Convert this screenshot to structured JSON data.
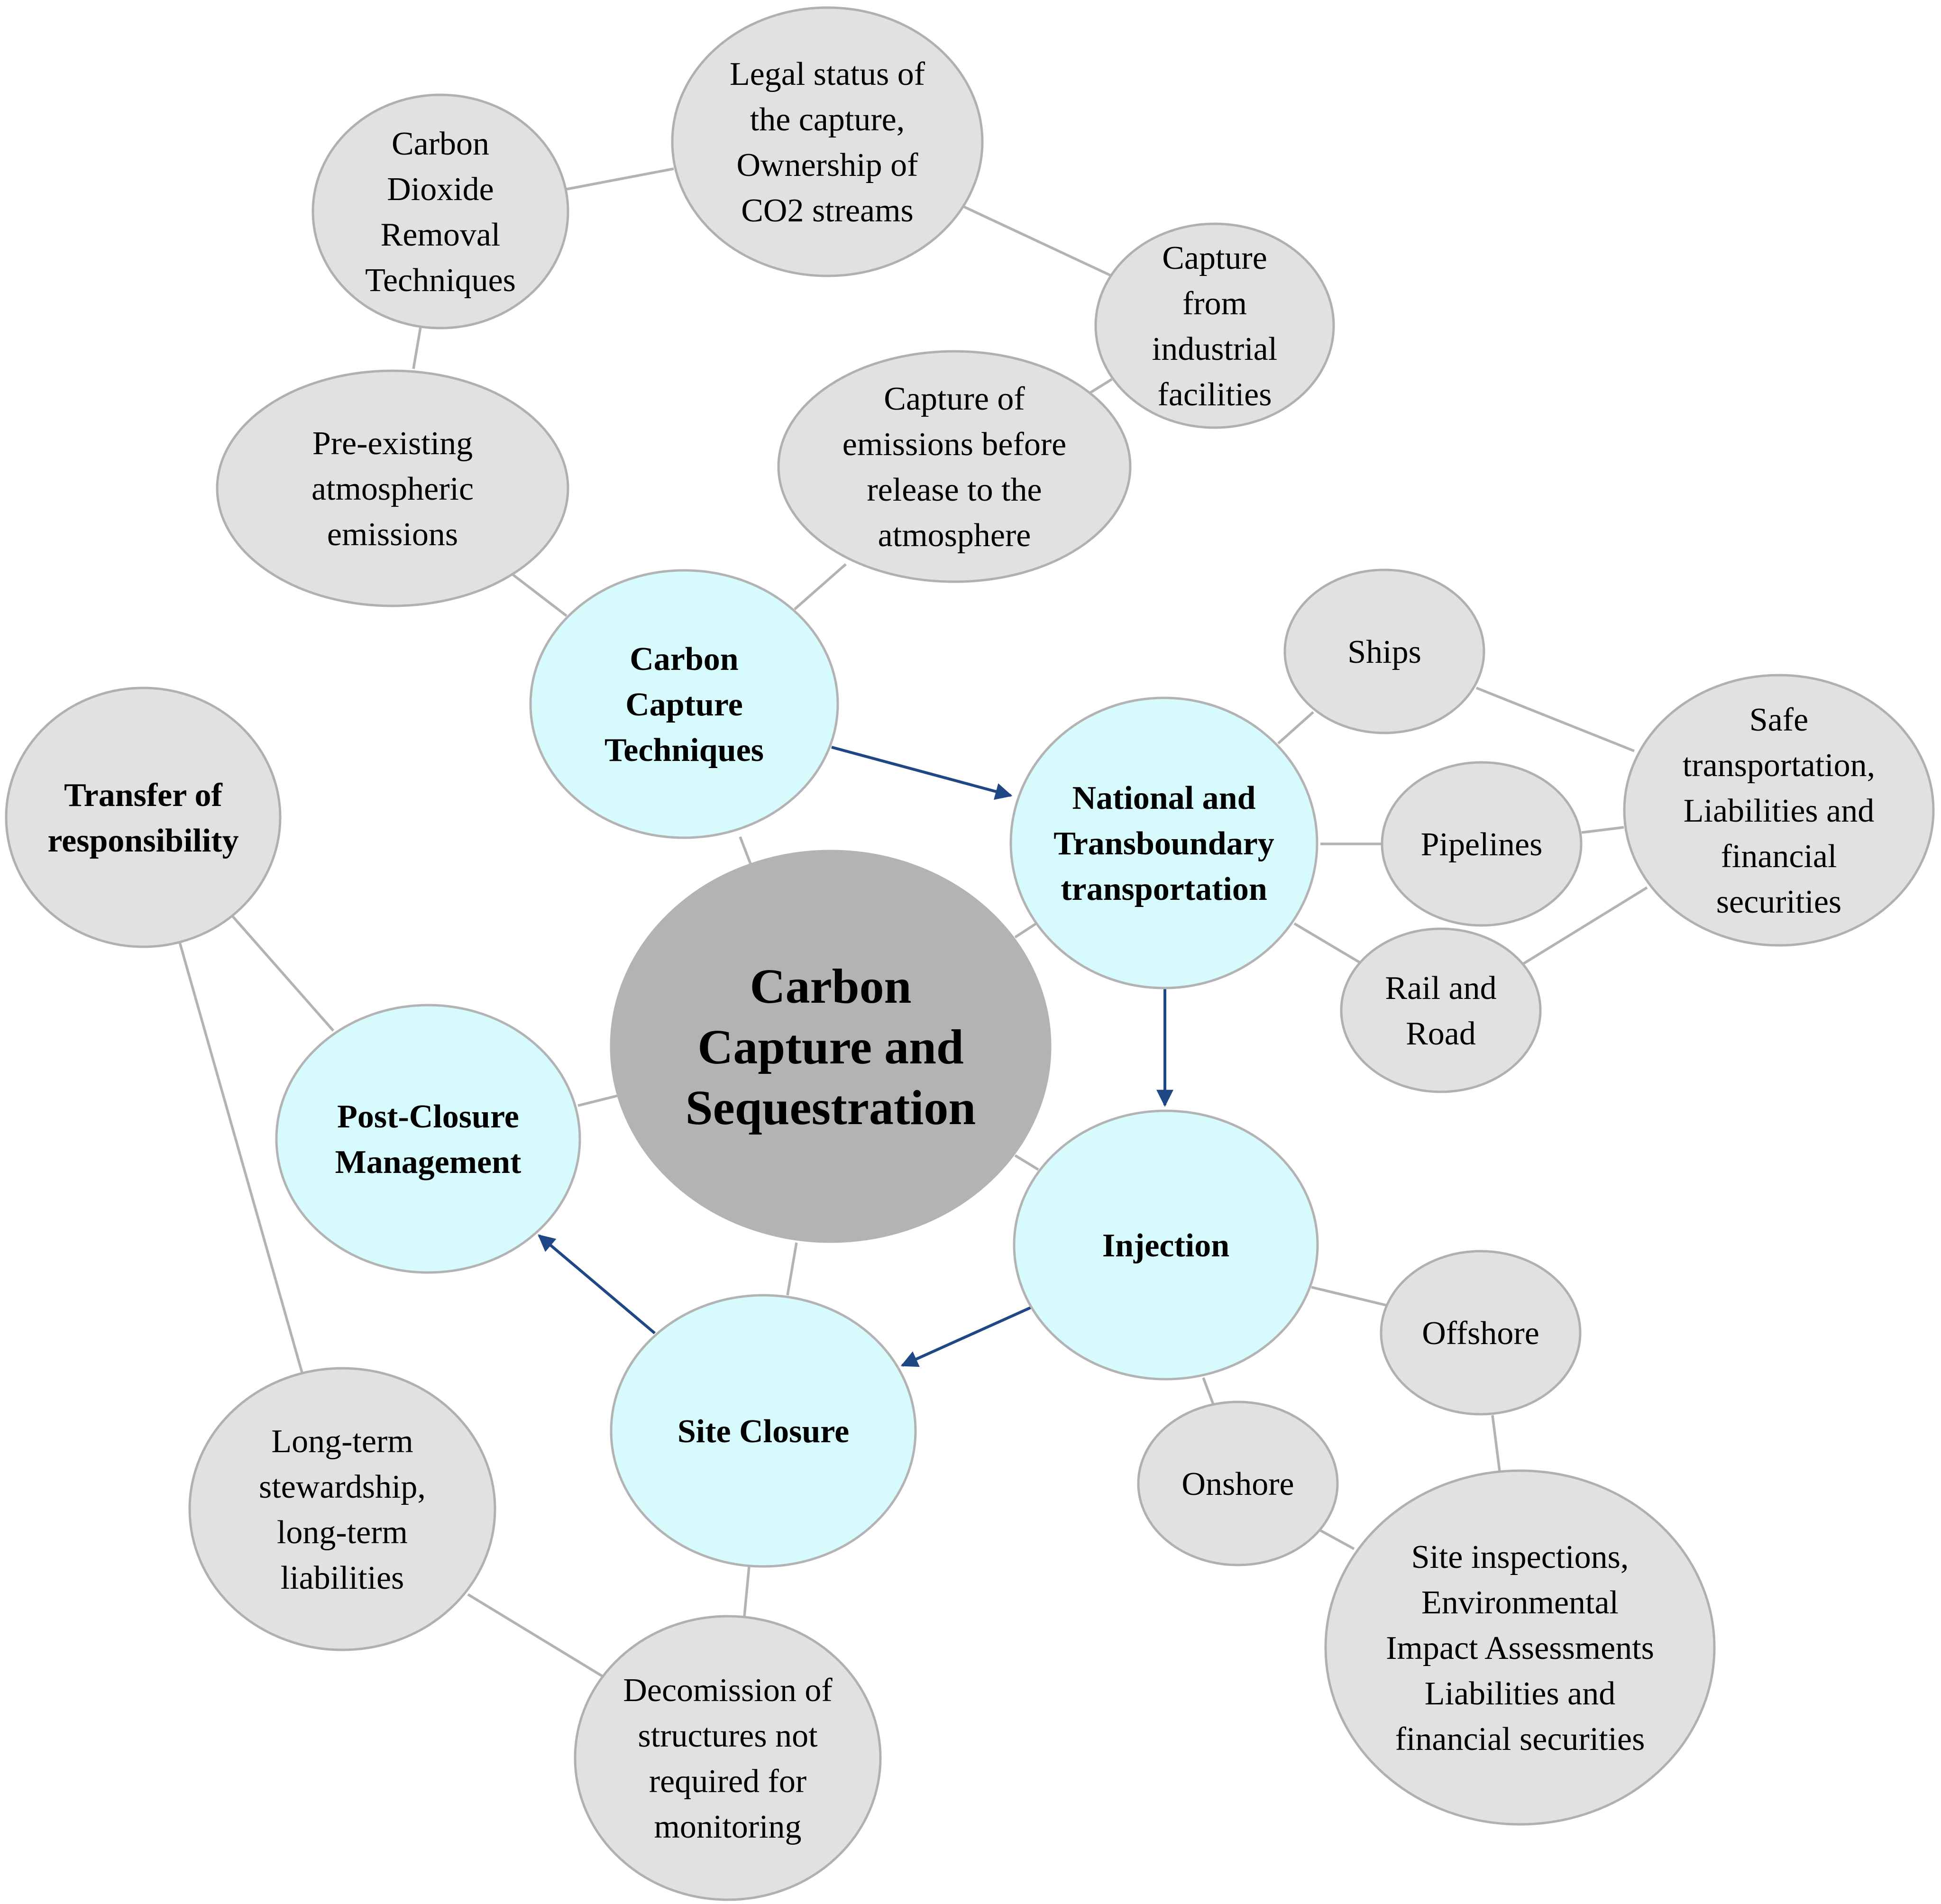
{
  "center": {
    "lines": [
      "Carbon",
      "Capture and",
      "Sequestration"
    ]
  },
  "stages": {
    "capture": {
      "lines": [
        "Carbon",
        "Capture",
        "Techniques"
      ]
    },
    "transport": {
      "lines": [
        "National and",
        "Transboundary",
        "transportation"
      ]
    },
    "injection": {
      "lines": [
        "Injection"
      ]
    },
    "site_closure": {
      "lines": [
        "Site Closure"
      ]
    },
    "post_closure": {
      "lines": [
        "Post-Closure",
        "Management"
      ]
    }
  },
  "topics": {
    "pre_existing": {
      "lines": [
        "Pre-existing",
        "atmospheric",
        "emissions"
      ]
    },
    "cdr_techniques": {
      "lines": [
        "Carbon",
        "Dioxide",
        "Removal",
        "Techniques"
      ]
    },
    "legal_status": {
      "lines": [
        "Legal status of",
        "the capture,",
        "Ownership of",
        "CO2 streams"
      ]
    },
    "capture_industrial": {
      "lines": [
        "Capture",
        "from",
        "industrial",
        "facilities"
      ]
    },
    "capture_before_release": {
      "lines": [
        "Capture of",
        "emissions before",
        "release to the",
        "atmosphere"
      ]
    },
    "ships": {
      "lines": [
        "Ships"
      ]
    },
    "pipelines": {
      "lines": [
        "Pipelines"
      ]
    },
    "rail_road": {
      "lines": [
        "Rail and",
        "Road"
      ]
    },
    "safe_transport": {
      "lines": [
        "Safe",
        "transportation,",
        "Liabilities and",
        "financial",
        "securities"
      ]
    },
    "offshore": {
      "lines": [
        "Offshore"
      ]
    },
    "onshore": {
      "lines": [
        "Onshore"
      ]
    },
    "site_inspections": {
      "lines": [
        "Site inspections,",
        "Environmental",
        "Impact Assessments",
        "Liabilities and",
        "financial securities"
      ]
    },
    "decommission": {
      "lines": [
        "Decomission of",
        "structures not",
        "required for",
        "monitoring"
      ]
    },
    "long_term": {
      "lines": [
        "Long-term",
        "stewardship,",
        "long-term",
        "liabilities"
      ]
    },
    "transfer": {
      "lines": [
        "Transfer of",
        "responsibility"
      ]
    }
  },
  "colors": {
    "center_fill": "#b3b3b3",
    "stage_fill": "#d7fafd",
    "topic_fill": "#e1e1e1",
    "connector": "#b3b3b3",
    "flow_arrow": "#1f4784"
  }
}
